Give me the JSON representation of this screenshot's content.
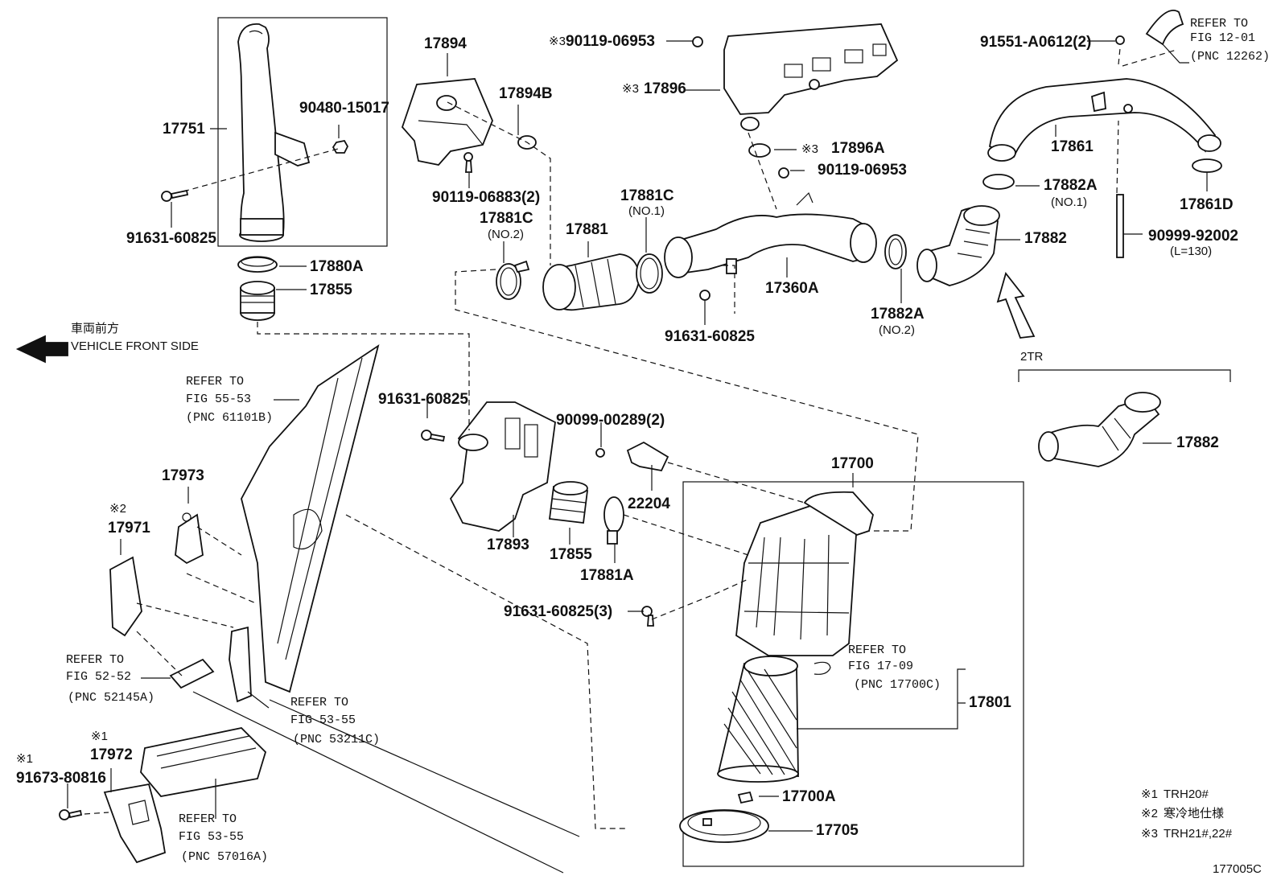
{
  "diagram": {
    "figure_code": "177005C",
    "direction": {
      "label_jp": "車両前方",
      "label_en": "VEHICLE FRONT SIDE"
    },
    "variant_label": "2TR",
    "notes": [
      {
        "mark": "※1",
        "text": "TRH20#"
      },
      {
        "mark": "※2",
        "text": "寒冷地仕様"
      },
      {
        "mark": "※3",
        "text": "TRH21#,22#"
      }
    ],
    "callouts": {
      "p17751": "17751",
      "p90480": "90480-15017",
      "p91631_a": "91631-60825",
      "p17880A": "17880A",
      "p17855_a": "17855",
      "p17894": "17894",
      "p17894B": "17894B",
      "p90119_06883": "90119-06883(2)",
      "p17881C_no2": "17881C",
      "p17881C_no2_sub": "(NO.2)",
      "p17881": "17881",
      "p17881C_no1": "17881C",
      "p17881C_no1_sub": "(NO.1)",
      "mark3_a": "※3",
      "p90119_06953_a": "90119-06953",
      "mark3_b": "※3",
      "p17896": "17896",
      "mark3_c": "※3",
      "p17896A": "17896A",
      "p90119_06953_b": "90119-06953",
      "p17360A": "17360A",
      "p91631_b": "91631-60825",
      "p17882A_no2": "17882A",
      "p17882A_no2_sub": "(NO.2)",
      "p91551": "91551-A0612(2)",
      "p17861": "17861",
      "p17882A_no1": "17882A",
      "p17882A_no1_sub": "(NO.1)",
      "p17882_a": "17882",
      "p17861D": "17861D",
      "p90999": "90999-92002",
      "p90999_sub": "(L=130)",
      "p17882_b": "17882",
      "p91631_c": "91631-60825",
      "p90099": "90099-00289(2)",
      "p22204": "22204",
      "p17893": "17893",
      "p17855_b": "17855",
      "p17881A": "17881A",
      "p17700": "17700",
      "p91631_d": "91631-60825(3)",
      "p17801": "17801",
      "p17700A": "17700A",
      "p17705": "17705",
      "p17973": "17973",
      "mark2": "※2",
      "p17971": "17971",
      "mark1_a": "※1",
      "p17972": "17972",
      "mark1_b": "※1",
      "p91673": "91673-80816"
    },
    "references": {
      "r12_01": {
        "line1": "REFER TO",
        "line2": "FIG 12-01",
        "line3": "(PNC 12262)"
      },
      "r55_53": {
        "line1": "REFER TO",
        "line2": "FIG 55-53",
        "line3": "(PNC 61101B)"
      },
      "r52_52": {
        "line1": "REFER TO",
        "line2": "FIG 52-52",
        "line3": "(PNC 52145A)"
      },
      "r53_55_a": {
        "line1": "REFER TO",
        "line2": "FIG 53-55",
        "line3": "(PNC 53211C)"
      },
      "r53_55_b": {
        "line1": "REFER TO",
        "line2": "FIG 53-55",
        "line3": "(PNC 57016A)"
      },
      "r17_09": {
        "line1": "REFER TO",
        "line2": "FIG 17-09",
        "line3": "(PNC 17700C)"
      }
    }
  }
}
